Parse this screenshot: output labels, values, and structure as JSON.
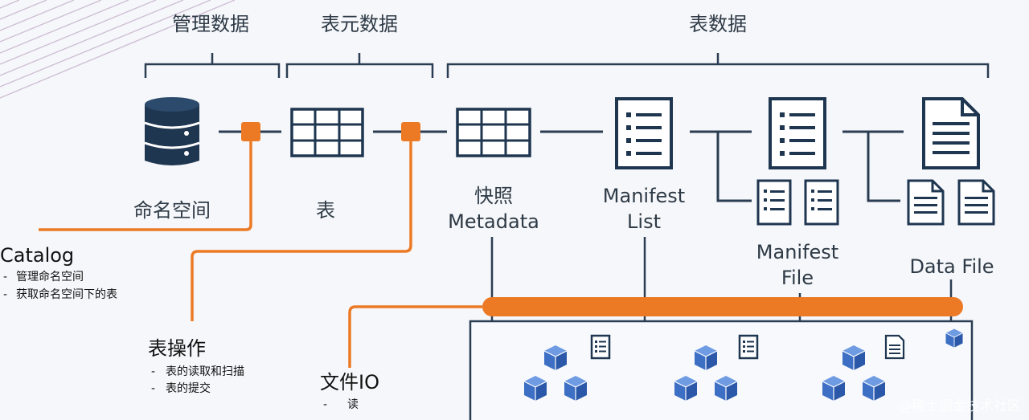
{
  "groups": {
    "management": "管理数据",
    "table_meta": "表元数据",
    "table_data": "表数据"
  },
  "nodes": {
    "namespace": "命名空间",
    "table": "表",
    "snapshot_line1": "快照",
    "snapshot_line2": "Metadata",
    "manifest_list_line1": "Manifest",
    "manifest_list_line2": "List",
    "manifest_file_line1": "Manifest",
    "manifest_file_line2": "File",
    "data_file": "Data File"
  },
  "annotations": {
    "catalog": {
      "title": "Catalog",
      "items": [
        "管理命名空间",
        "获取命名空间下的表"
      ]
    },
    "table_ops": {
      "title": "表操作",
      "items": [
        "表的读取和扫描",
        "表的提交"
      ]
    },
    "file_io": {
      "title": "文件IO",
      "items": [
        "读"
      ]
    }
  },
  "watermark": "@稀土掘金技术社区",
  "colors": {
    "accent": "#ec7a25",
    "icon": "#1f3650",
    "cube": "#3d6fc4",
    "line": "#2b3d52"
  }
}
